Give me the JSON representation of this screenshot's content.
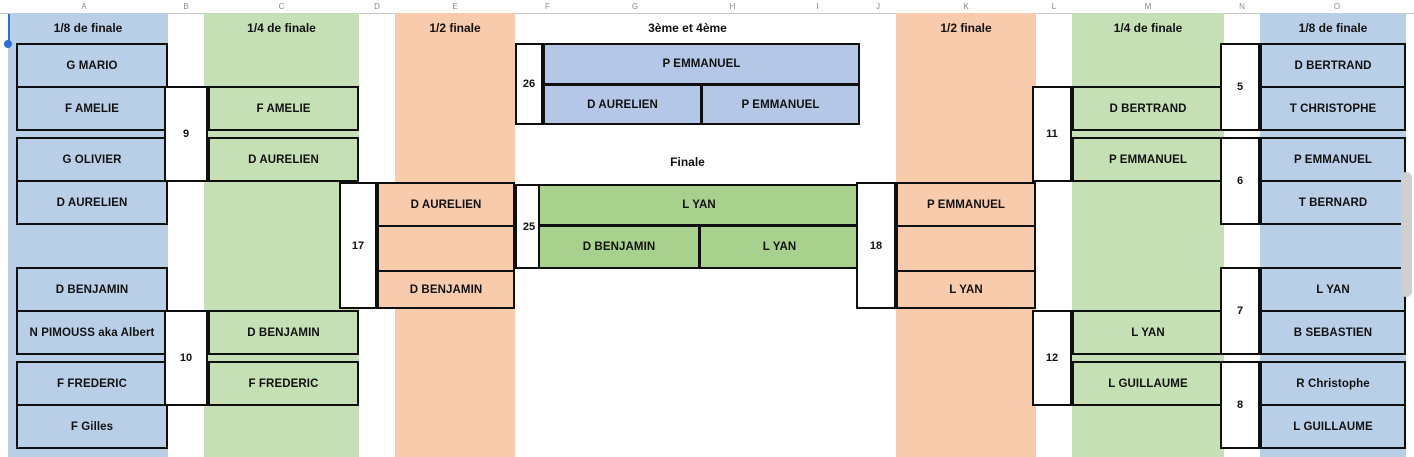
{
  "app": {
    "type": "spreadsheet-tournament-bracket",
    "language": "fr"
  },
  "colors": {
    "light_blue": "#b9cfe8",
    "light_green": "#c5e0b4",
    "dark_green": "#a9d18e",
    "orange": "#f8cbad",
    "mid_blue": "#b4c7e7",
    "border": "#0f0f0f",
    "grid": "#d0d0d0",
    "selection": "#2a6fd6",
    "scrollbar": "#cfcfcf"
  },
  "column_headers": [
    "A",
    "B",
    "C",
    "D",
    "E",
    "F",
    "G",
    "H",
    "I",
    "J",
    "K",
    "L",
    "M",
    "N",
    "O"
  ],
  "round_headers": {
    "left_r16": "1/8 de finale",
    "left_qf": "1/4 de finale",
    "left_sf": "1/2 finale",
    "third_place": "3ème et 4ème",
    "final": "Finale",
    "right_sf": "1/2 finale",
    "right_qf": "1/4 de finale",
    "right_r16": "1/8 de finale"
  },
  "left": {
    "r16": [
      {
        "name": "G MARIO"
      },
      {
        "name": "F AMELIE"
      },
      {
        "name": "G OLIVIER"
      },
      {
        "name": "D AURELIEN"
      },
      {
        "name": "D BENJAMIN"
      },
      {
        "name": "N PIMOUSS aka Albert"
      },
      {
        "name": "F FREDERIC"
      },
      {
        "name": "F Gilles"
      }
    ],
    "qf": [
      {
        "match": "9",
        "top": "F AMELIE",
        "bottom": "D AURELIEN"
      },
      {
        "match": "10",
        "top": "D BENJAMIN",
        "bottom": "F FREDERIC"
      }
    ],
    "sf": {
      "match": "17",
      "top": "D AURELIEN",
      "bottom": "D BENJAMIN"
    }
  },
  "right": {
    "r16": [
      {
        "name": "D BERTRAND"
      },
      {
        "name": "T CHRISTOPHE"
      },
      {
        "name": "P EMMANUEL"
      },
      {
        "name": "T BERNARD"
      },
      {
        "name": "L YAN"
      },
      {
        "name": "B SEBASTIEN"
      },
      {
        "name": "R Christophe"
      },
      {
        "name": "L GUILLAUME"
      }
    ],
    "r16_matches": [
      "5",
      "6",
      "7",
      "8"
    ],
    "qf": [
      {
        "match": "11",
        "top": "D BERTRAND",
        "bottom": "P EMMANUEL"
      },
      {
        "match": "12",
        "top": "L YAN",
        "bottom": "L GUILLAUME"
      }
    ],
    "sf": {
      "match": "18",
      "top": "P EMMANUEL",
      "bottom": "L YAN"
    }
  },
  "third_place_match": {
    "match": "26",
    "winner": "P EMMANUEL",
    "left_player": "D AURELIEN",
    "right_player": "P EMMANUEL"
  },
  "final_match": {
    "match": "25",
    "winner": "L YAN",
    "left_player": "D BENJAMIN",
    "right_player": "L YAN"
  }
}
